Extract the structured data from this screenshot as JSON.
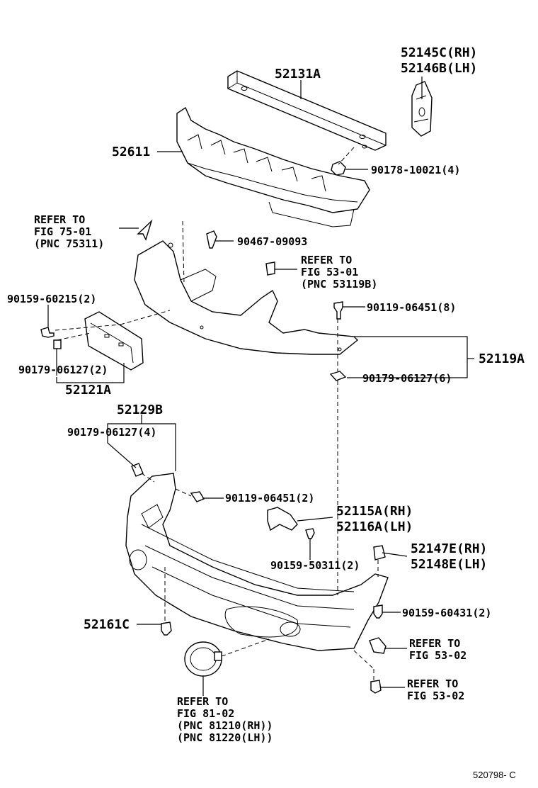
{
  "diagram_code": "520798- C",
  "labels": {
    "p52131A": "52131A",
    "p52145C": "52145C(RH)",
    "p52146B": "52146B(LH)",
    "p52611": "52611",
    "p90178": "90178-10021(4)",
    "ref75_1": "REFER TO",
    "ref75_2": "FIG 75-01",
    "ref75_3": "(PNC 75311)",
    "p90467": "90467-09093",
    "ref53a_1": "REFER TO",
    "ref53a_2": "FIG 53-01",
    "ref53a_3": "(PNC 53119B)",
    "p90159_60215": "90159-60215(2)",
    "p90119_8": "90119-06451(8)",
    "p52119A": "52119A",
    "p90179_2": "90179-06127(2)",
    "p90179_6": "90179-06127(6)",
    "p52121A": "52121A",
    "p52129B": "52129B",
    "p90179_4": "90179-06127(4)",
    "p90119_2": "90119-06451(2)",
    "p52115A": "52115A(RH)",
    "p52116A": "52116A(LH)",
    "p90159_50311": "90159-50311(2)",
    "p52147E": "52147E(RH)",
    "p52148E": "52148E(LH)",
    "p52161C": "52161C",
    "p90159_60431": "90159-60431(2)",
    "ref53b_1": "REFER TO",
    "ref53b_2": "FIG 53-02",
    "ref53c_1": "REFER TO",
    "ref53c_2": "FIG 53-02",
    "ref81_1": "REFER TO",
    "ref81_2": "FIG 81-02",
    "ref81_3": "(PNC 81210(RH))",
    "ref81_4": "(PNC 81220(LH))"
  }
}
